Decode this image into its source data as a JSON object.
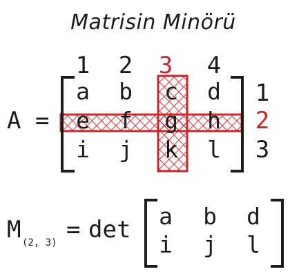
{
  "title": "Matrisin Minörü",
  "matrix_label": "A =",
  "column_numbers": [
    "1",
    "2",
    "3",
    "4"
  ],
  "row_numbers": [
    "1",
    "2",
    "3"
  ],
  "matrix": [
    [
      "a",
      "b",
      "c",
      "d"
    ],
    [
      "e",
      "f",
      "g",
      "h"
    ],
    [
      "i",
      "j",
      "k",
      "l"
    ]
  ],
  "highlight": {
    "row_index": 2,
    "column_index": 3,
    "color": "#c8262d"
  },
  "minor": {
    "symbol": "M",
    "subscript": "(2, 3)",
    "equals": "=",
    "operator": "det",
    "matrix": [
      [
        "a",
        "b",
        "d"
      ],
      [
        "i",
        "j",
        "l"
      ]
    ]
  }
}
